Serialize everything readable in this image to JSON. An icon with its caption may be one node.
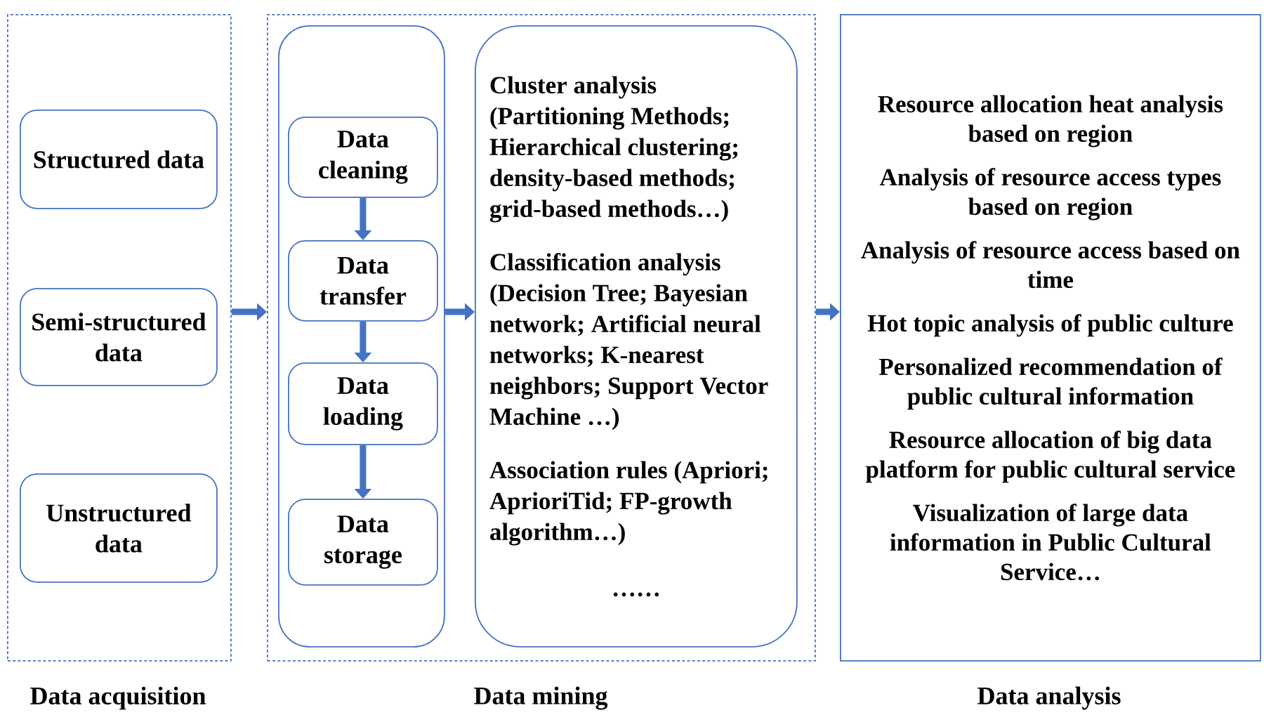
{
  "diagram": {
    "nodes": [
      {
        "text": [
          "Data acquisition"
        ]
      },
      {
        "text": [
          "Structured data"
        ],
        "in": 0
      },
      {
        "text": [
          "Semi-structured data"
        ],
        "in": 0
      },
      {
        "text": [
          "Unstructured data"
        ],
        "in": 0
      },
      {
        "text": [
          "Data mining"
        ]
      },
      {
        "text": [],
        "shape": "box",
        "in": 4
      },
      {
        "text": [
          "Data cleaning"
        ],
        "in": 5
      },
      {
        "text": [
          "Data transfer"
        ],
        "in": 5
      },
      {
        "text": [
          "Data loading"
        ],
        "in": 5
      },
      {
        "text": [
          "Data storage"
        ],
        "in": 5
      },
      {
        "text": [
          "Cluster analysis (Partitioning Methods; Hierarchical clustering; density-based methods; grid-based methods…)",
          "Classification analysis (Decision Tree; Bayesian network; Artificial neural networks; K-nearest neighbors; Support Vector Machine …)",
          "Association rules (Apriori; AprioriTid; FP-growth algorithm…)",
          "……"
        ],
        "in": 4
      },
      {
        "text": [
          "Resource allocation heat analysis based on region",
          "Analysis of resource access types based on region",
          "Analysis of resource access based on time",
          "Hot topic analysis of public culture",
          "Personalized recommendation of public cultural information",
          "Resource allocation of big data platform for public cultural service",
          "Visualization of large data information in Public Cultural Service…",
          "Data analysis"
        ]
      }
    ],
    "edges": [
      {
        "from": 0,
        "to": 4,
        "arrow": "to"
      },
      {
        "from": 6,
        "to": 7,
        "arrow": "to"
      },
      {
        "from": 7,
        "to": 8,
        "arrow": "to"
      },
      {
        "from": 8,
        "to": 9,
        "arrow": "to"
      },
      {
        "from": 5,
        "to": 10,
        "arrow": "to"
      },
      {
        "from": 4,
        "to": 11,
        "arrow": "to"
      }
    ]
  }
}
